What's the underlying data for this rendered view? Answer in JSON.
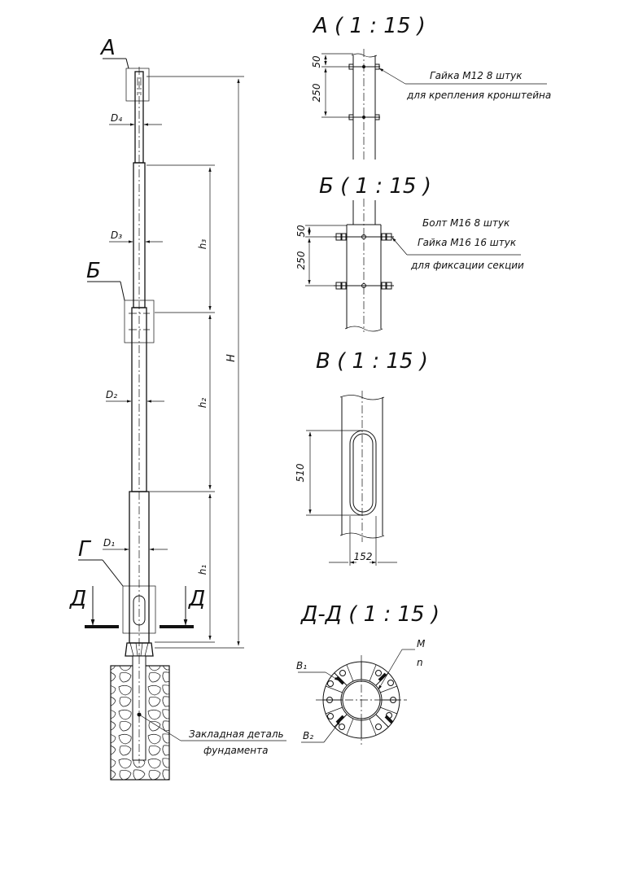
{
  "main_view": {
    "view_marks": {
      "a": "А",
      "b": "Б",
      "g": "Г",
      "d_left": "Д",
      "d_right": "Д"
    },
    "dim_labels": {
      "D4": "D₄",
      "D3": "D₃",
      "D2": "D₂",
      "D1": "D₁",
      "h3": "h₃",
      "h2": "h₂",
      "h1": "h₁",
      "H": "H"
    },
    "callout": {
      "line1": "Закладная деталь",
      "line2": "фундамента"
    }
  },
  "detail_a": {
    "title": "А ( 1 : 15 )",
    "dims": [
      "50",
      "250"
    ],
    "note_line1": "Гайка М12 8 штук",
    "note_line2": "для крепления кронштейна"
  },
  "detail_b": {
    "title": "Б ( 1 : 15 )",
    "dims": [
      "50",
      "250"
    ],
    "note_line1": "Болт М16 8 штук",
    "note_line2": "Гайка М16 16 штук",
    "note_line3": "для фиксации секции"
  },
  "detail_v": {
    "title": "В ( 1 : 15 )",
    "dim_height": "510",
    "dim_width": "152"
  },
  "section_dd": {
    "title": "Д-Д ( 1 : 15 )",
    "labels": {
      "b1": "В₁",
      "b2": "В₂",
      "m": "М",
      "n": "n"
    }
  }
}
